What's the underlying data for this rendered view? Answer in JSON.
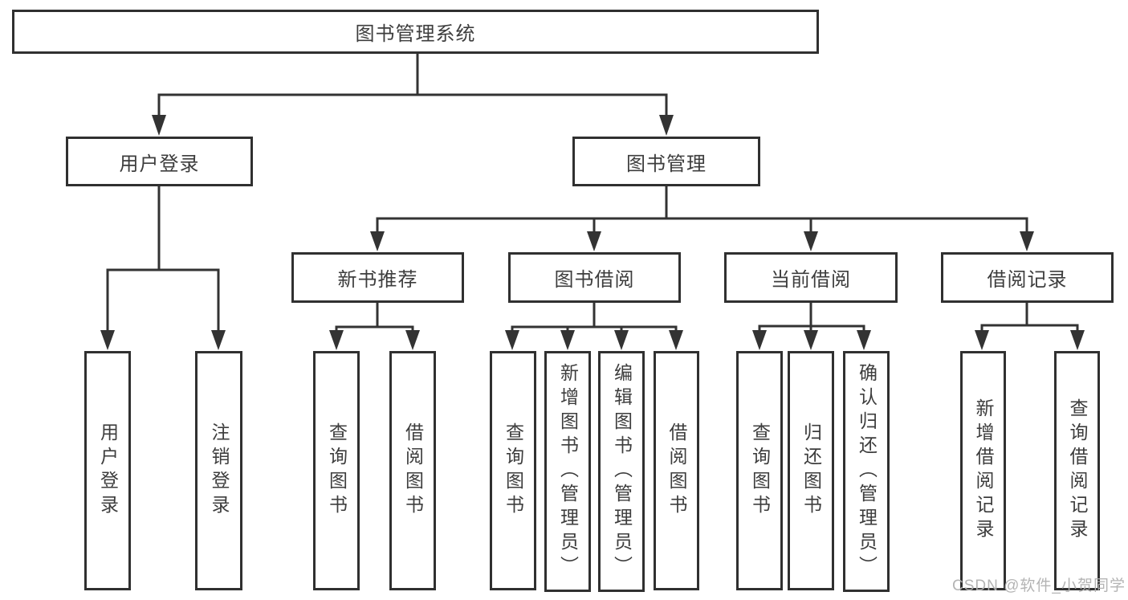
{
  "diagram_title": "图书管理系统",
  "watermark": "CSDN @软件_小贺同学",
  "colors": {
    "background": "#ffffff",
    "line": "#333333",
    "box_border": "#303030",
    "text": "#3d3d3d",
    "watermark": "#b0b0b0"
  },
  "tree": {
    "root": "图书管理系统",
    "branches": [
      {
        "label": "用户登录",
        "leaves": [
          "用户登录",
          "注销登录"
        ]
      },
      {
        "label": "图书管理",
        "groups": [
          {
            "label": "新书推荐",
            "leaves": [
              "查询图书",
              "借阅图书"
            ]
          },
          {
            "label": "图书借阅",
            "leaves": [
              "查询图书",
              "新增图书（管理员）",
              "编辑图书（管理员）",
              "借阅图书"
            ]
          },
          {
            "label": "当前借阅",
            "leaves": [
              "查询图书",
              "归还图书",
              "确认归还（管理员）"
            ]
          },
          {
            "label": "借阅记录",
            "leaves": [
              "新增借阅记录",
              "查询借阅记录"
            ]
          }
        ]
      }
    ]
  }
}
